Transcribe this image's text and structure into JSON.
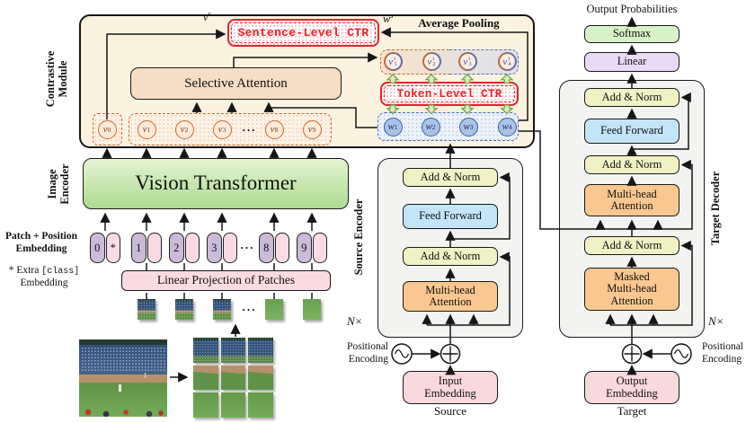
{
  "misc": {
    "dots": "···"
  },
  "colors": {
    "panel_cream": "#fbf3e0",
    "ctr_red": "#e8222b",
    "vit_green": "#aeda90",
    "orange_token": "#c8682c",
    "blue_token": "#4a69b5",
    "selective_attention_fill": "#f6ddc5",
    "add_norm_fill": "#f1f2c4",
    "feed_forward_fill": "#c2e5f7",
    "attention_fill": "#f9c78f",
    "softmax_fill": "#d7f2c6",
    "linear_fill": "#eadaf8",
    "embedding_fill": "#f9d8de",
    "green_arrow": "#68a13c"
  },
  "contrastive": {
    "module_label_line1": "Contrastive",
    "module_label_line2": "Module",
    "sentence_ctr_label": "Sentence-Level CTR",
    "token_ctr_label": "Token-Level CTR",
    "average_pooling_label": "Average Pooling",
    "selective_attention_label": "Selective Attention",
    "vs": {
      "base": "v",
      "sup": "s"
    },
    "ws": {
      "base": "w",
      "sup": "s"
    },
    "v_tokens": [
      {
        "base": "v",
        "sub": "0"
      },
      {
        "base": "v",
        "sub": "1"
      },
      {
        "base": "v",
        "sub": "2"
      },
      {
        "base": "v",
        "sub": "3"
      },
      {
        "base": "v",
        "sub": "8"
      },
      {
        "base": "v",
        "sub": "9"
      }
    ],
    "vt_tokens": [
      {
        "base": "v",
        "sup": "t",
        "sub": "1"
      },
      {
        "base": "v",
        "sup": "t",
        "sub": "2"
      },
      {
        "base": "v",
        "sup": "t",
        "sub": "3"
      },
      {
        "base": "v",
        "sup": "t",
        "sub": "4"
      }
    ],
    "w_tokens": [
      {
        "base": "w",
        "sub": "1"
      },
      {
        "base": "w",
        "sub": "2"
      },
      {
        "base": "w",
        "sub": "3"
      },
      {
        "base": "w",
        "sub": "4"
      }
    ]
  },
  "image_encoder": {
    "label_line1": "Image",
    "label_line2": "Encoder",
    "vision_transformer_label": "Vision Transformer"
  },
  "patches": {
    "heading_line1": "Patch + Position",
    "heading_line2": "Embedding",
    "note_prefix": "* Extra",
    "note_code": "[class]",
    "note_suffix": "Embedding",
    "position_ids": [
      "0",
      "1",
      "2",
      "3",
      "8",
      "9"
    ],
    "class_token": "*",
    "linear_projection_label": "Linear Projection of Patches"
  },
  "source_encoder": {
    "label": "Source Encoder",
    "repeat_label": "N×",
    "add_norm_top": "Add & Norm",
    "feed_forward": "Feed Forward",
    "add_norm_bottom": "Add & Norm",
    "attention_line1": "Multi-head",
    "attention_line2": "Attention",
    "positional_line1": "Positional",
    "positional_line2": "Encoding",
    "embedding_line1": "Input",
    "embedding_line2": "Embedding",
    "input_label": "Source"
  },
  "target_decoder": {
    "label": "Target Decoder",
    "repeat_label": "N×",
    "output_probabilities": "Output Probabilities",
    "softmax": "Softmax",
    "linear": "Linear",
    "add_norm_1": "Add & Norm",
    "feed_forward": "Feed Forward",
    "add_norm_2": "Add & Norm",
    "cross_attention_line1": "Multi-head",
    "cross_attention_line2": "Attention",
    "add_norm_3": "Add & Norm",
    "masked_attention_line1": "Masked",
    "masked_attention_line2": "Multi-head",
    "masked_attention_line3": "Attention",
    "positional_line1": "Positional",
    "positional_line2": "Encoding",
    "embedding_line1": "Output",
    "embedding_line2": "Embedding",
    "input_label": "Target"
  }
}
